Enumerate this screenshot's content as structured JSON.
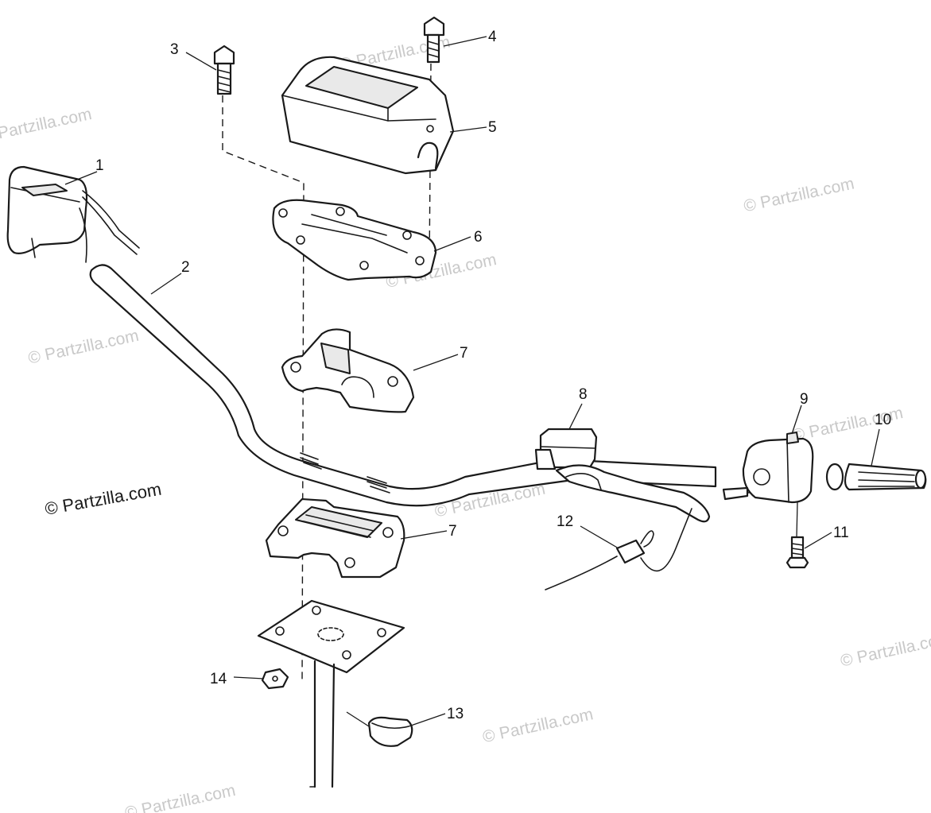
{
  "watermarks": {
    "main": "© Partzilla.com",
    "faint": "© Partzilla.com"
  },
  "callouts": {
    "p1": "1",
    "p2": "2",
    "p3": "3",
    "p4": "4",
    "p5": "5",
    "p6": "6",
    "p7a": "7",
    "p7b": "7",
    "p8": "8",
    "p9": "9",
    "p10": "10",
    "p11": "11",
    "p12": "12",
    "p13": "13",
    "p14": "14"
  },
  "colors": {
    "line": "#1a1a1a",
    "watermark": "#c9c9c9",
    "background": "#ffffff"
  }
}
